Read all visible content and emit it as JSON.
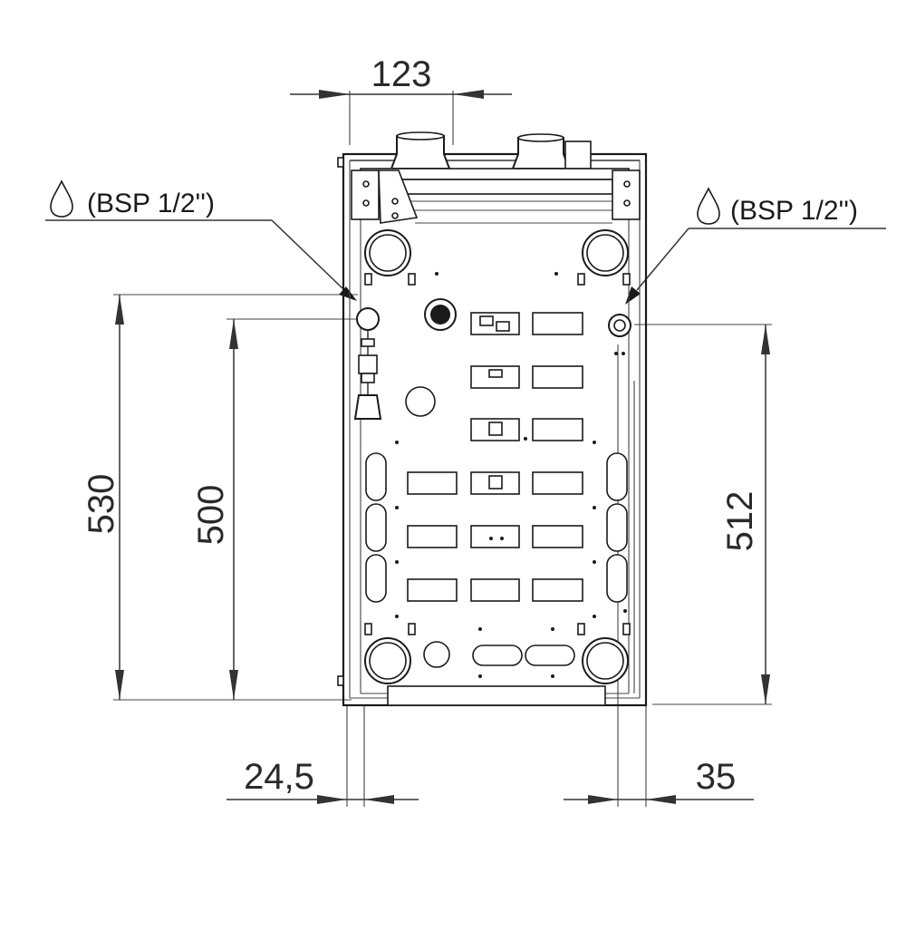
{
  "dimensions": {
    "top_width": "123",
    "left_outer_height": "530",
    "left_inner_height": "500",
    "right_height": "512",
    "bottom_left_offset": "24,5",
    "bottom_right_offset": "35"
  },
  "connections": {
    "left_label": "(BSP 1/2'')",
    "right_label": "(BSP 1/2'')"
  },
  "icons": {
    "connection_symbol": "water-drop-icon"
  },
  "colors": {
    "line": "#1a1a1a",
    "background": "#ffffff"
  }
}
